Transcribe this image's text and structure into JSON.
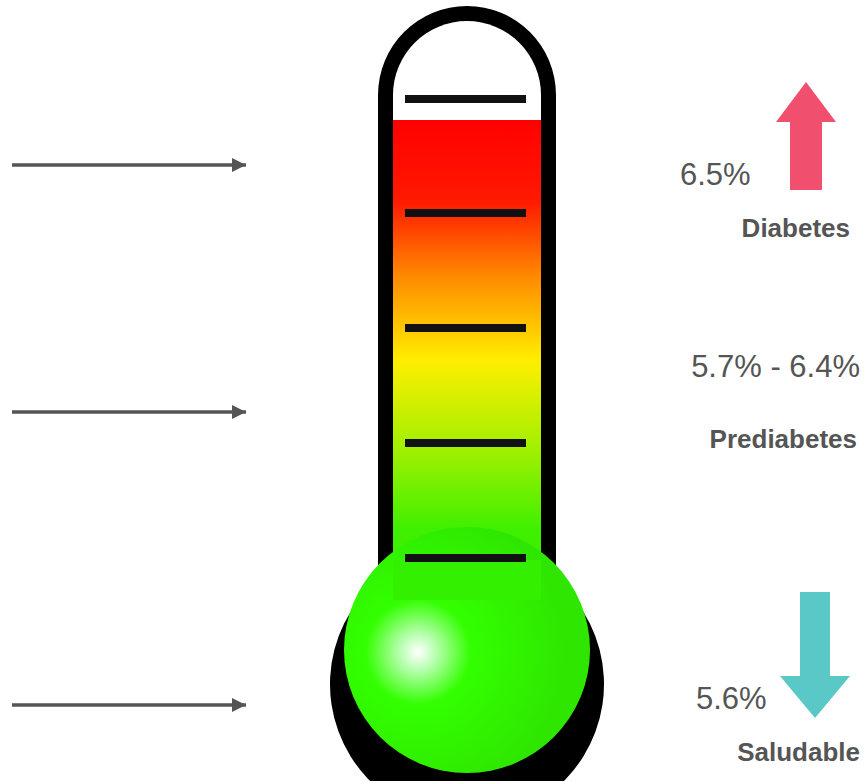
{
  "diagram": {
    "labels": [
      "6.5%",
      "Diabetes",
      "5.7% - 6.4%",
      "Prediabetes",
      "5.6%",
      "Saludable"
    ]
  }
}
